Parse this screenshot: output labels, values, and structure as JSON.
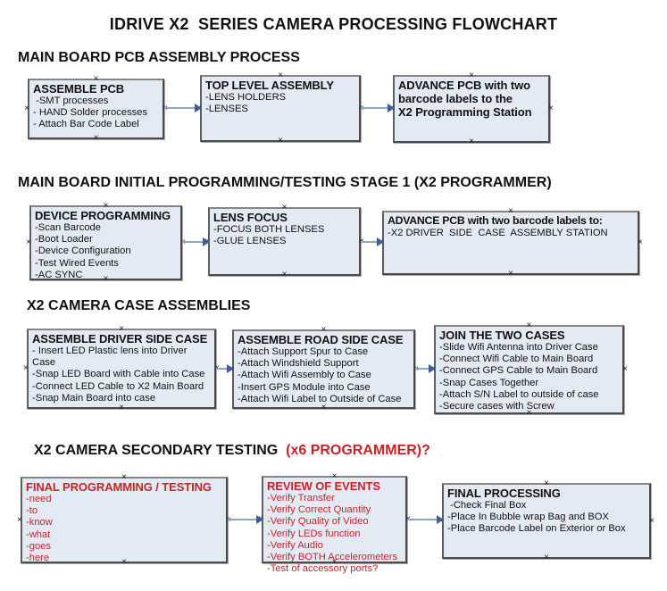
{
  "title": "IDRIVE X2  SERIES CAMERA PROCESSING FLOWCHART",
  "anchor_glyph": "×",
  "colors": {
    "ink": "#111111",
    "red": "#cc2127",
    "box_fill": "#e4eaf4",
    "connector_line": "#8da5c7",
    "connector_head": "#3c5f9a"
  },
  "sections": [
    {
      "heading": "MAIN BOARD PCB ASSEMBLY PROCESS",
      "heading_red": "",
      "boxes": [
        {
          "title": "ASSEMBLE PCB",
          "items": [
            " -SMT processes",
            "- HAND Solder processes",
            "- Attach Bar Code Label"
          ]
        },
        {
          "title": "TOP LEVEL ASSEMBLY",
          "items": [
            "-LENS HOLDERS",
            "-LENSES"
          ]
        },
        {
          "title": "ADVANCE PCB with two\nbarcode labels to the\n X2 Programming Station",
          "items": []
        }
      ]
    },
    {
      "heading": "MAIN BOARD INITIAL PROGRAMMING/TESTING STAGE 1 (X2 PROGRAMMER)",
      "heading_red": "",
      "boxes": [
        {
          "title": "DEVICE PROGRAMMING",
          "items": [
            "-Scan Barcode",
            "-Boot Loader",
            "-Device Configuration",
            "-Test Wired Events",
            "-AC SYNC"
          ]
        },
        {
          "title": "LENS FOCUS",
          "items": [
            "-FOCUS BOTH LENSES",
            "-GLUE LENSES"
          ]
        },
        {
          "title": "ADVANCE PCB with two barcode labels to:",
          "items": [
            "-X2 DRIVER  SIDE  CASE  ASSEMBLY STATION"
          ]
        }
      ]
    },
    {
      "heading": "X2 CAMERA CASE ASSEMBLIES",
      "heading_red": "",
      "boxes": [
        {
          "title": "ASSEMBLE DRIVER SIDE CASE",
          "items": [
            "- Insert LED Plastic lens into Driver Case",
            "-Snap LED Board with Cable into Case",
            "-Connect LED Cable to X2 Main Board",
            "-Snap Main Board into case"
          ]
        },
        {
          "title": "ASSEMBLE ROAD SIDE CASE",
          "items": [
            "-Attach Support Spur to Case",
            "-Attach Windshield Support",
            "-Attach Wifi Assembly to Case",
            "-Insert GPS Module into Case",
            "-Attach Wifi Label to Outside of Case"
          ]
        },
        {
          "title": "JOIN THE TWO CASES",
          "items": [
            "-Slide Wifi Antenna into Driver Case",
            "-Connect Wifi Cable to Main Board",
            "-Connect GPS Cable to Main Board",
            "-Snap Cases Together",
            "-Attach S/N Label to outside of case",
            "-Secure cases with Screw"
          ]
        }
      ]
    },
    {
      "heading": "X2 CAMERA SECONDARY TESTING ",
      "heading_red": " (x6 PROGRAMMER)?",
      "boxes": [
        {
          "title": "FINAL PROGRAMMING / TESTING",
          "items": [
            "-need",
            "-to",
            "-know",
            "-what",
            "-goes",
            "-here"
          ]
        },
        {
          "title": "REVIEW OF EVENTS",
          "items": [
            "-Verify Transfer",
            "-Verify Correct Quantity",
            "-Verify Quality of Video",
            "-Verify LEDs function",
            "-Verify Audio",
            "-Verify BOTH Accelerometers",
            "-Test of accessory ports?"
          ]
        },
        {
          "title": "FINAL PROCESSING",
          "items": [
            " -Check Final Box",
            "-Place In Bubble wrap Bag and BOX",
            "-Place Barcode Label on Exterior or Box"
          ]
        }
      ]
    }
  ]
}
